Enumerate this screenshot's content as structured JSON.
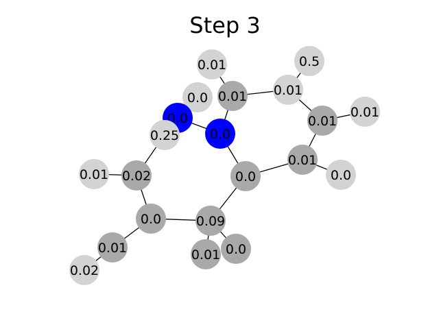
{
  "title": "Step 3",
  "colors": {
    "background": "#ffffff",
    "active": "#0000ff",
    "dark": "#a9a9a9",
    "light": "#d3d3d3",
    "edge": "#000000"
  },
  "nodes": [
    {
      "id": "n1",
      "label": "0.01",
      "color": "light"
    },
    {
      "id": "n2",
      "label": "0.5",
      "color": "light"
    },
    {
      "id": "n3",
      "label": "0.0",
      "color": "light"
    },
    {
      "id": "n4",
      "label": "0.01",
      "color": "dark"
    },
    {
      "id": "n5",
      "label": "0.01",
      "color": "light"
    },
    {
      "id": "n6",
      "label": "0.01",
      "color": "light"
    },
    {
      "id": "n7",
      "label": "0.0",
      "color": "active"
    },
    {
      "id": "n8",
      "label": "0.01",
      "color": "dark"
    },
    {
      "id": "n9",
      "label": "0.25",
      "color": "light"
    },
    {
      "id": "n10",
      "label": "0.0",
      "color": "active"
    },
    {
      "id": "n11",
      "label": "0.01",
      "color": "dark"
    },
    {
      "id": "n12",
      "label": "0.0",
      "color": "light"
    },
    {
      "id": "n13",
      "label": "0.01",
      "color": "light"
    },
    {
      "id": "n14",
      "label": "0.02",
      "color": "dark"
    },
    {
      "id": "n15",
      "label": "0.0",
      "color": "dark"
    },
    {
      "id": "n16",
      "label": "0.0",
      "color": "dark"
    },
    {
      "id": "n17",
      "label": "0.09",
      "color": "dark"
    },
    {
      "id": "n18",
      "label": "0.01",
      "color": "dark"
    },
    {
      "id": "n19",
      "label": "0.0",
      "color": "dark"
    },
    {
      "id": "n20",
      "label": "0.01",
      "color": "dark"
    },
    {
      "id": "n21",
      "label": "0.02",
      "color": "light"
    }
  ],
  "edges": [
    [
      "n1",
      "n4"
    ],
    [
      "n4",
      "n5"
    ],
    [
      "n4",
      "n10"
    ],
    [
      "n5",
      "n2"
    ],
    [
      "n5",
      "n8"
    ],
    [
      "n8",
      "n6"
    ],
    [
      "n8",
      "n11"
    ],
    [
      "n11",
      "n12"
    ],
    [
      "n11",
      "n15"
    ],
    [
      "n10",
      "n7"
    ],
    [
      "n10",
      "n15"
    ],
    [
      "n7",
      "n9"
    ],
    [
      "n9",
      "n14"
    ],
    [
      "n14",
      "n13"
    ],
    [
      "n14",
      "n16"
    ],
    [
      "n16",
      "n17"
    ],
    [
      "n17",
      "n15"
    ],
    [
      "n17",
      "n18"
    ],
    [
      "n17",
      "n19"
    ],
    [
      "n16",
      "n20"
    ],
    [
      "n20",
      "n21"
    ]
  ]
}
